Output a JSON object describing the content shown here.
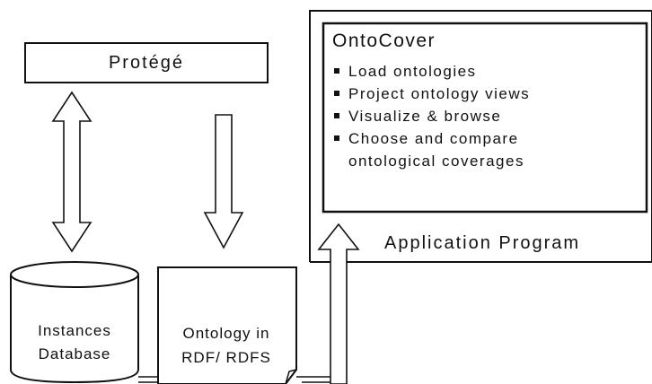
{
  "protege": {
    "label": "Protégé"
  },
  "ontocover": {
    "title": "OntoCover",
    "features": [
      "Load ontologies",
      "Project ontology views",
      "Visualize & browse",
      "Choose and compare"
    ],
    "feature_continuation": "ontological coverages"
  },
  "application": {
    "label": "Application Program"
  },
  "database": {
    "line1": "Instances",
    "line2": "Database"
  },
  "ontology_doc": {
    "line1": "Ontology in",
    "line2": "RDF/ RDFS"
  }
}
